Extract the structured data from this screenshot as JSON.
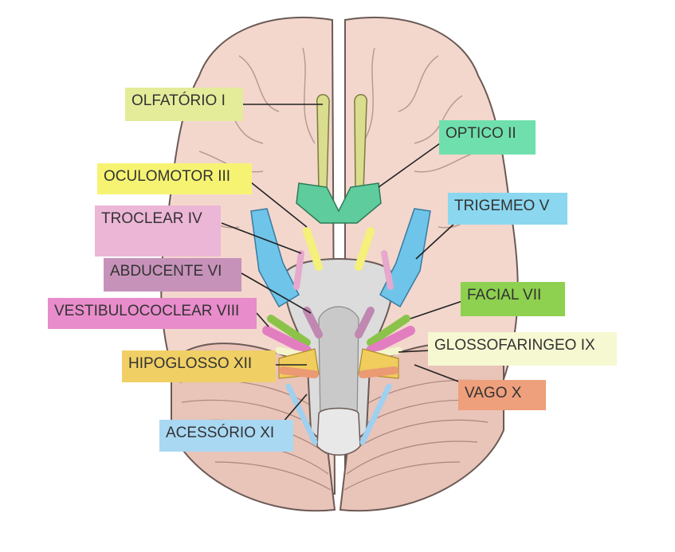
{
  "colors": {
    "brain": "#f3d7cd",
    "brain_shadow": "#e6c1b4",
    "brainstem": "#dcdcdc",
    "olfactory": "#d9dd8d",
    "optic": "#5ecc9c",
    "oculomotor": "#f4f07a",
    "trochlear": "#e6a8cc",
    "trigeminal": "#6fc4e9",
    "abducens": "#c088b0",
    "facial": "#8bc34a",
    "vestibulocochlear": "#e27ec0",
    "glossopharyngeal": "#f4f5cc",
    "vagus": "#eb9a73",
    "hypoglossal": "#f0cd5c",
    "accessory": "#9fd0f0"
  },
  "labels": {
    "olfatorio": "OLFATÓRIO I",
    "optico": "OPTICO II",
    "oculomotor": "OCULOMOTOR III",
    "troclear": "TROCLEAR IV",
    "trigemeo": "TRIGEMEO V",
    "abducente": "ABDUCENTE VI",
    "facial": "FACIAL VII",
    "vestibulococlear": "VESTIBULOCOCLEAR VIII",
    "glossofaringeo": "GLOSSOFARINGEO IX",
    "vago": "VAGO X",
    "hipoglosso": "HIPOGLOSSO XII",
    "acessorio": "ACESSÓRIO XI"
  }
}
